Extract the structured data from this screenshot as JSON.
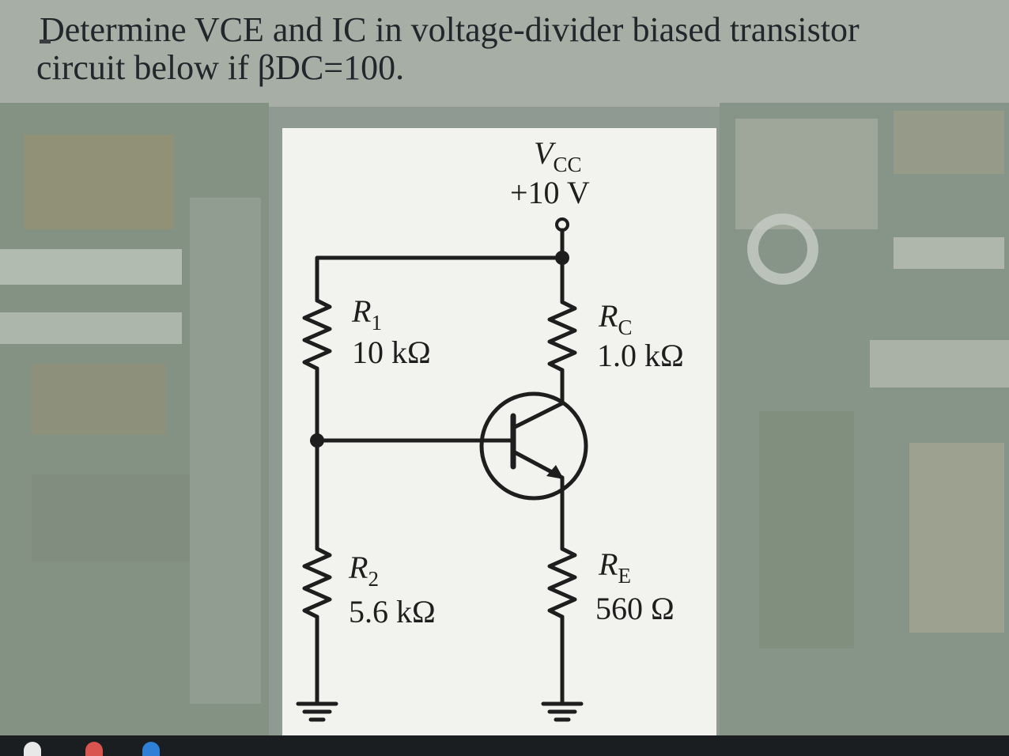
{
  "question": {
    "line1": "Determine VCE and IC in voltage-divider biased transistor",
    "line2": "circuit below if βDC=100."
  },
  "circuit": {
    "supply_symbol": "V",
    "supply_symbol_sub": "CC",
    "supply_value": "+10 V",
    "r1_symbol": "R",
    "r1_sub": "1",
    "r1_value": "10 kΩ",
    "r2_symbol": "R",
    "r2_sub": "2",
    "r2_value": "5.6 kΩ",
    "rc_symbol": "R",
    "rc_sub": "C",
    "rc_value": "1.0 kΩ",
    "re_symbol": "R",
    "re_sub": "E",
    "re_value": "560 Ω"
  },
  "colors": {
    "background": "#8d9a90",
    "panel": "#f2f3ef",
    "ink": "#1e1e1e",
    "taskbar": "#1b1e20"
  }
}
